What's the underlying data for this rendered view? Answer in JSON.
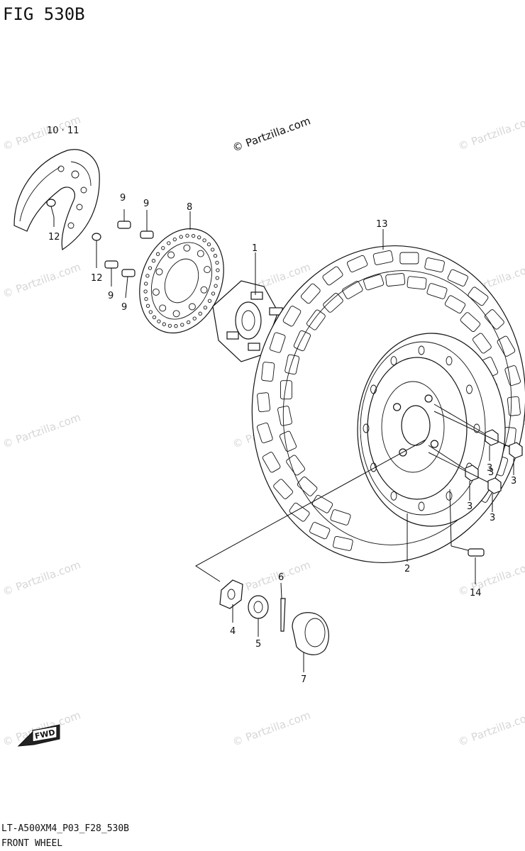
{
  "figure": {
    "title": "FIG 530B",
    "footer_code": "LT-A500XM4_P03_F28_530B",
    "footer_title": "FRONT WHEEL"
  },
  "watermark": {
    "main": "© Partzilla.com",
    "repeat": "© Partzilla.com"
  },
  "direction_badge": {
    "label": "FWD"
  },
  "callouts": {
    "c1011": "10 · 11",
    "c12a": "12",
    "c12b": "12",
    "c9a": "9",
    "c9b": "9",
    "c9c": "9",
    "c9d": "9",
    "c8": "8",
    "c1": "1",
    "c13": "13",
    "c3a": "3",
    "c3b": "3",
    "c3c": "3",
    "c3d": "3",
    "c3e": "3",
    "c2": "2",
    "c14": "14",
    "c6": "6",
    "c4": "4",
    "c5": "5",
    "c7": "7"
  },
  "colors": {
    "line": "#111111",
    "watermark": "#d6d6d6",
    "background": "#ffffff"
  }
}
